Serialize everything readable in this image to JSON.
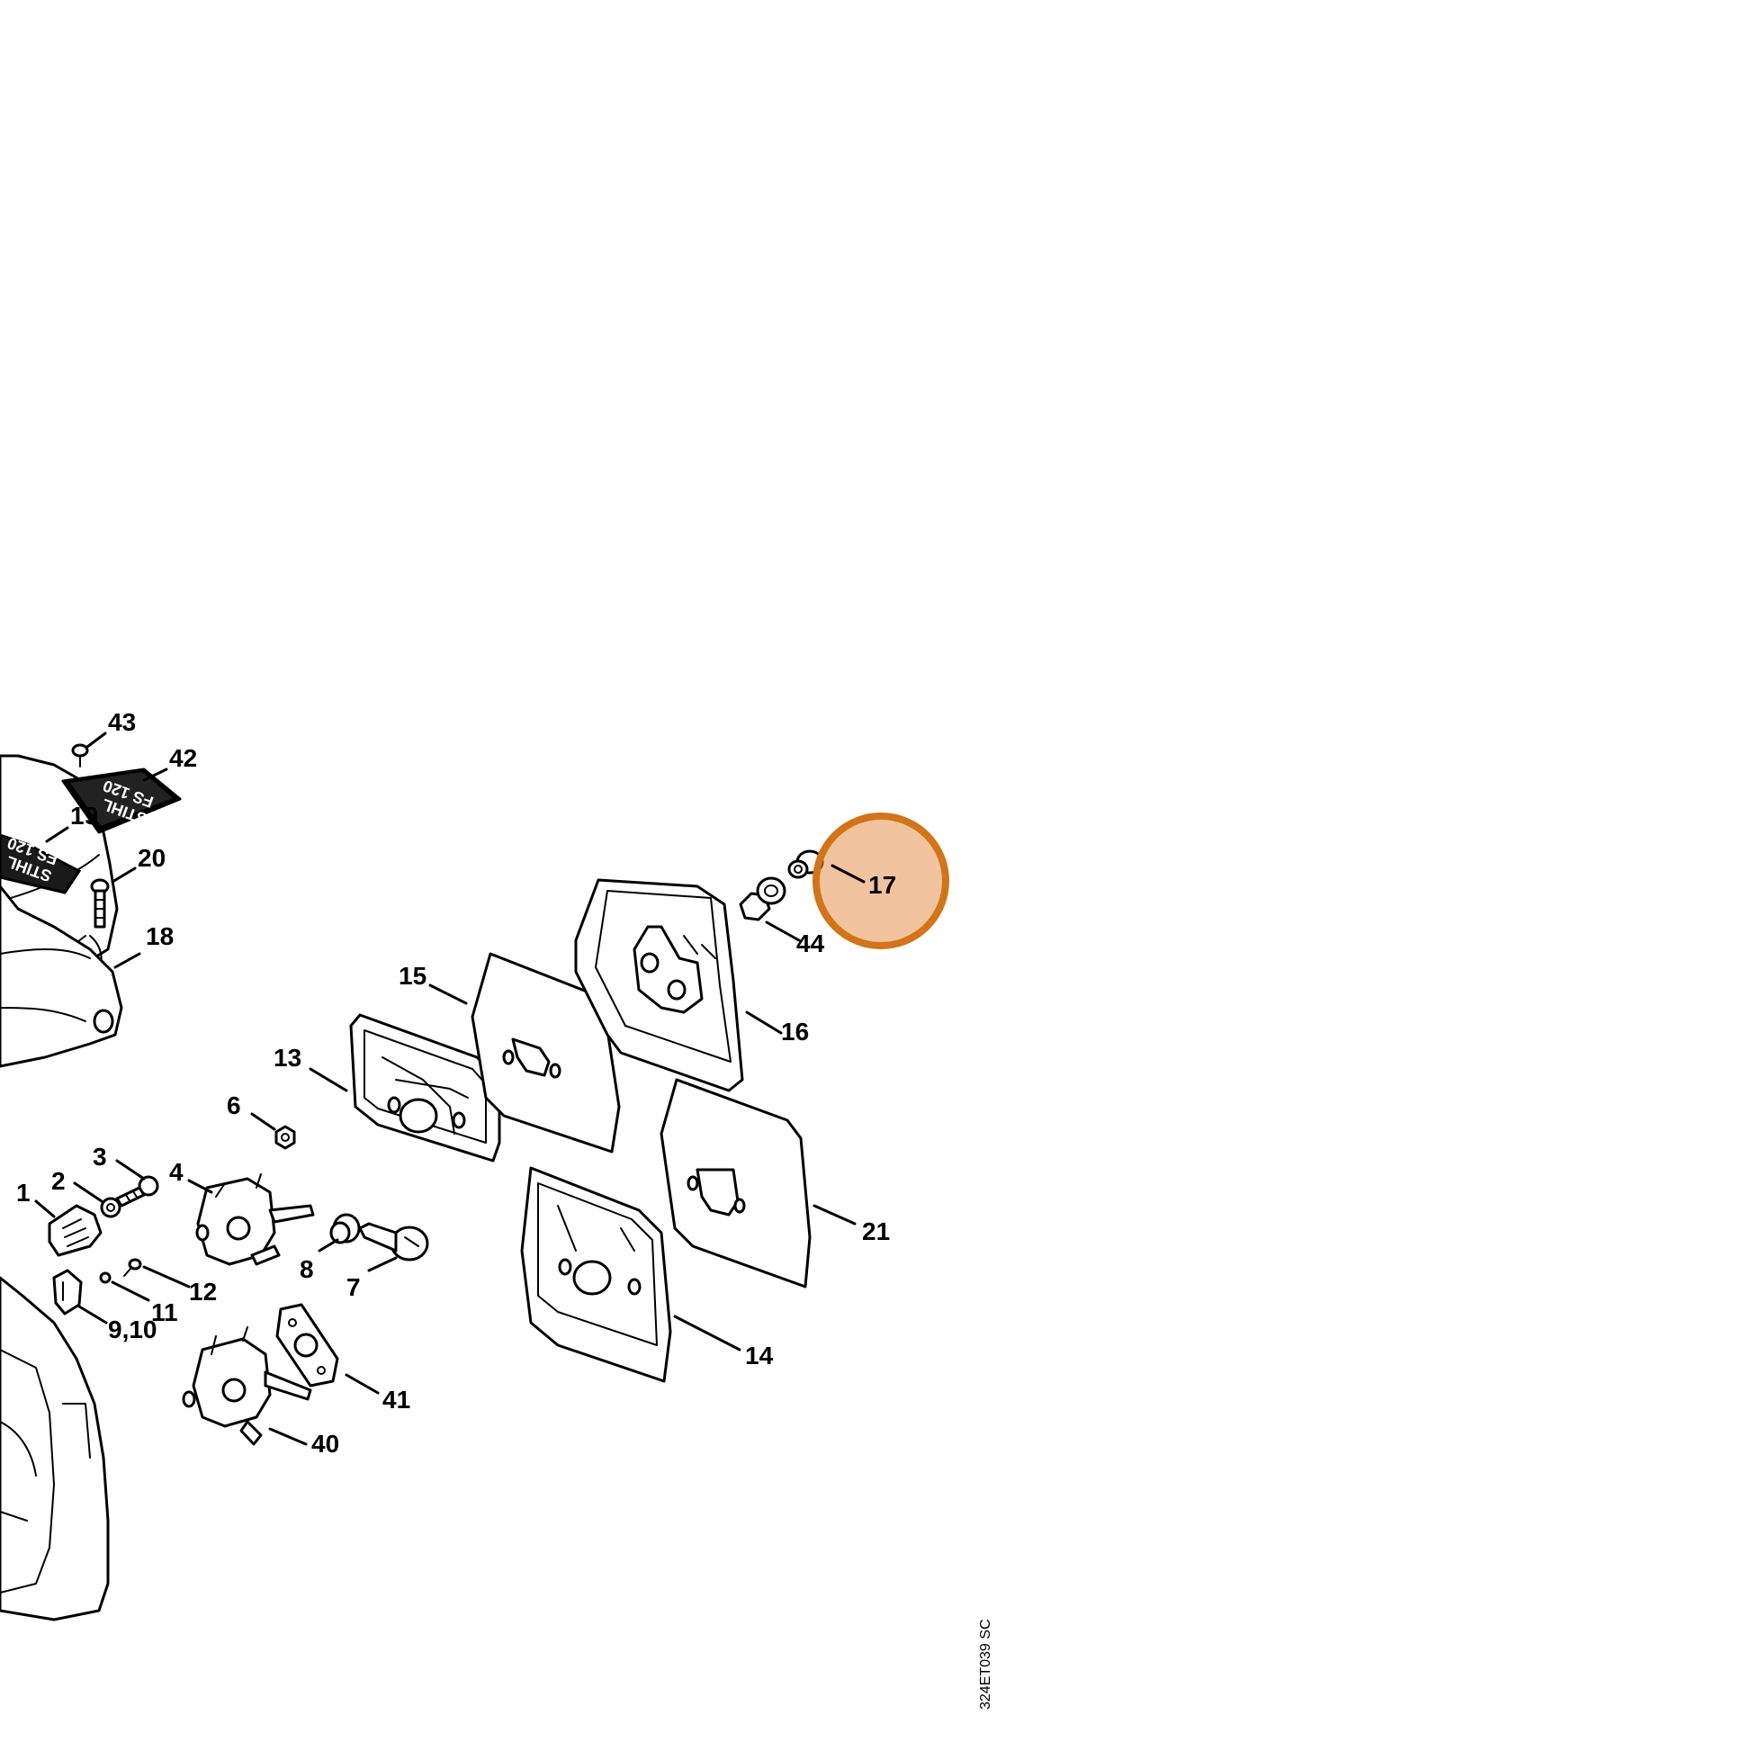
{
  "callouts": {
    "c43": "43",
    "c42": "42",
    "c19": "19",
    "c20": "20",
    "c18": "18",
    "c15": "15",
    "c13": "13",
    "c16": "16",
    "c17": "17",
    "c44": "44",
    "c6": "6",
    "c3": "3",
    "c2": "2",
    "c1": "1",
    "c4": "4",
    "c8": "8",
    "c7": "7",
    "c11": "11",
    "c12": "12",
    "c910": "9,10",
    "c21": "21",
    "c14": "14",
    "c41": "41",
    "c40": "40"
  },
  "plate_42_text": [
    "STIHL",
    "FS 120"
  ],
  "plate_19_text": [
    "STIHL",
    "FS 120"
  ],
  "highlight": {
    "target": "17",
    "color": "#e07c2a"
  },
  "drawing_code": "324ET039 SC"
}
